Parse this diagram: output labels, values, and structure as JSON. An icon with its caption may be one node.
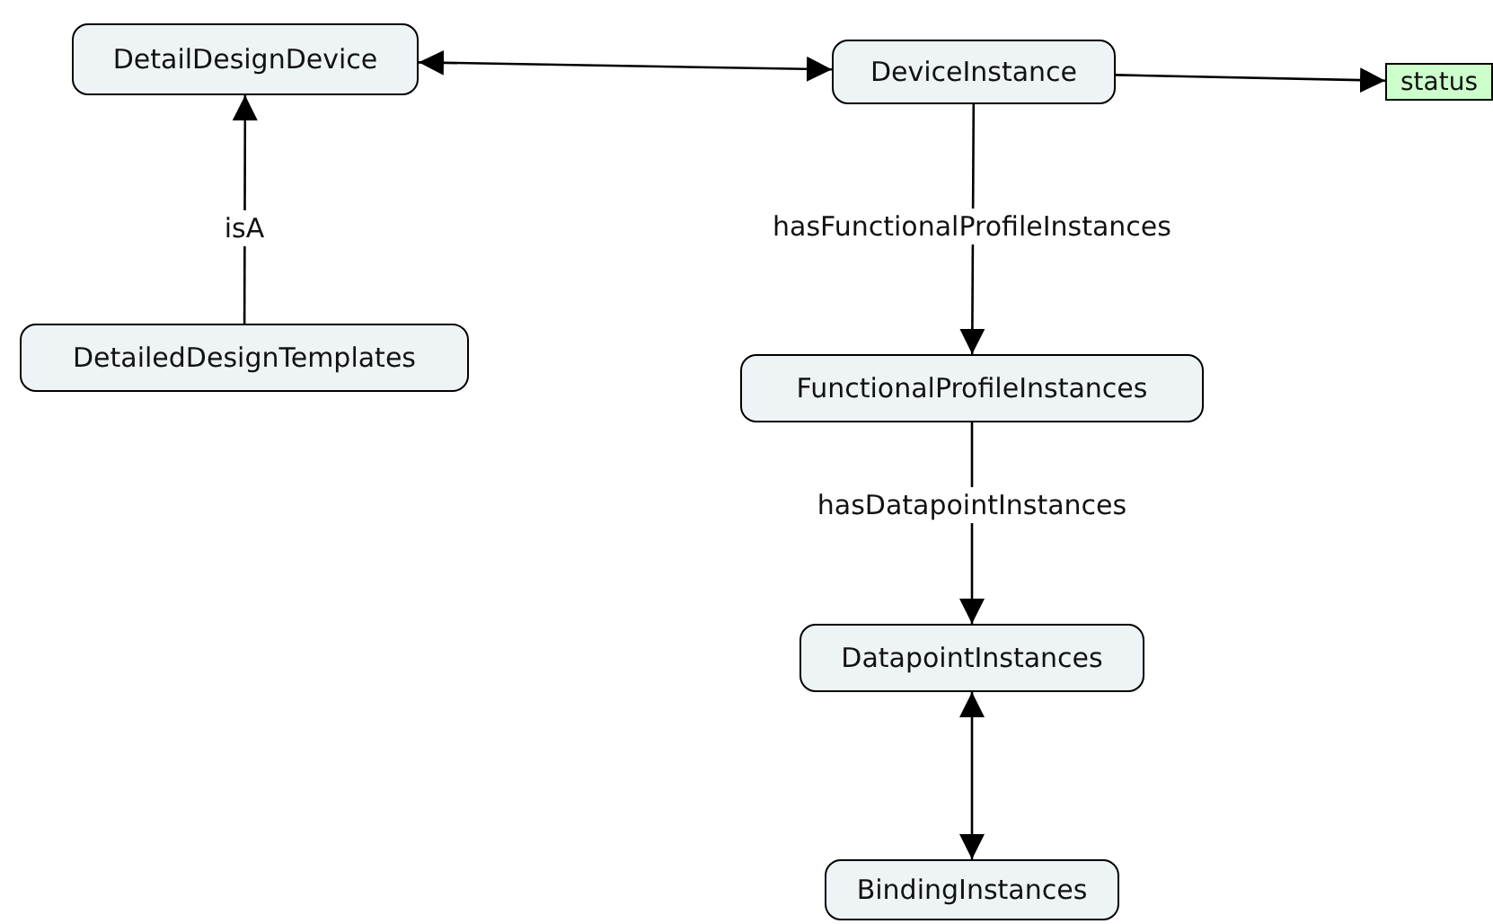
{
  "diagram": {
    "nodes": [
      {
        "text": [
          "DetailDesignDevice"
        ]
      },
      {
        "text": [
          "DeviceInstance"
        ]
      },
      {
        "text": [
          "status"
        ]
      },
      {
        "text": [
          "DetailedDesignTemplates"
        ]
      },
      {
        "text": [
          "FunctionalProfileInstances"
        ]
      },
      {
        "text": [
          "DatapointInstances"
        ]
      },
      {
        "text": [
          "BindingInstances"
        ]
      }
    ],
    "edges": [
      {
        "from": 0,
        "to": 1,
        "arrow": "both"
      },
      {
        "from": 1,
        "to": 2,
        "arrow": "to"
      },
      {
        "from": 3,
        "to": 0,
        "arrow": "to",
        "label": "isA"
      },
      {
        "from": 1,
        "to": 4,
        "arrow": "to",
        "label": "hasFunctionalProfileInstances"
      },
      {
        "from": 4,
        "to": 5,
        "arrow": "to",
        "label": "hasDatapointInstances"
      },
      {
        "from": 5,
        "to": 6,
        "arrow": "both"
      }
    ]
  }
}
